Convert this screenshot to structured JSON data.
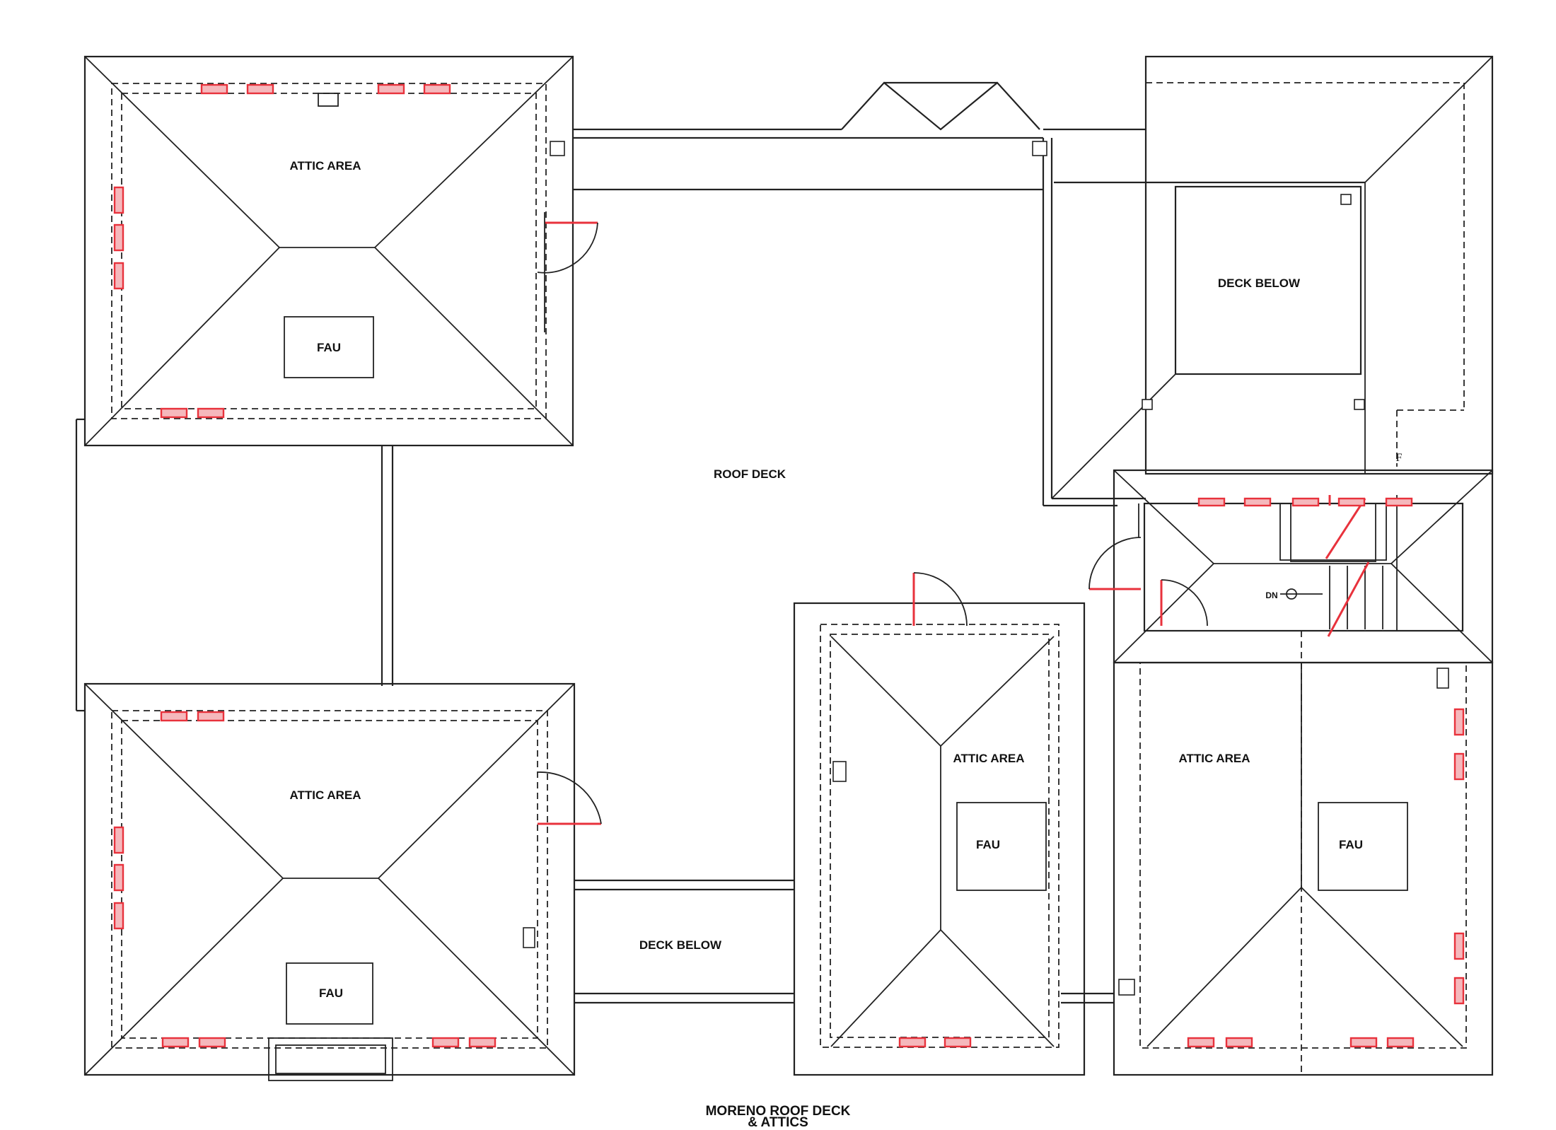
{
  "plan": {
    "title_line1": "MORENO ROOF DECK",
    "title_line2": "& ATTICS",
    "labels": {
      "attic_top_left": "ATTIC AREA",
      "fau_top_left": "FAU",
      "roof_deck": "ROOF DECK",
      "deck_below_top_right": "DECK BELOW",
      "attic_bottom_left": "ATTIC AREA",
      "fau_bottom_left": "FAU",
      "deck_below_bottom": "DECK BELOW",
      "attic_center": "ATTIC AREA",
      "fau_center": "FAU",
      "attic_right": "ATTIC AREA",
      "fau_right": "FAU",
      "stair_dn": "DN",
      "stair_f": "F"
    },
    "colors": {
      "accent": "#e8323c",
      "line": "#222222"
    }
  }
}
